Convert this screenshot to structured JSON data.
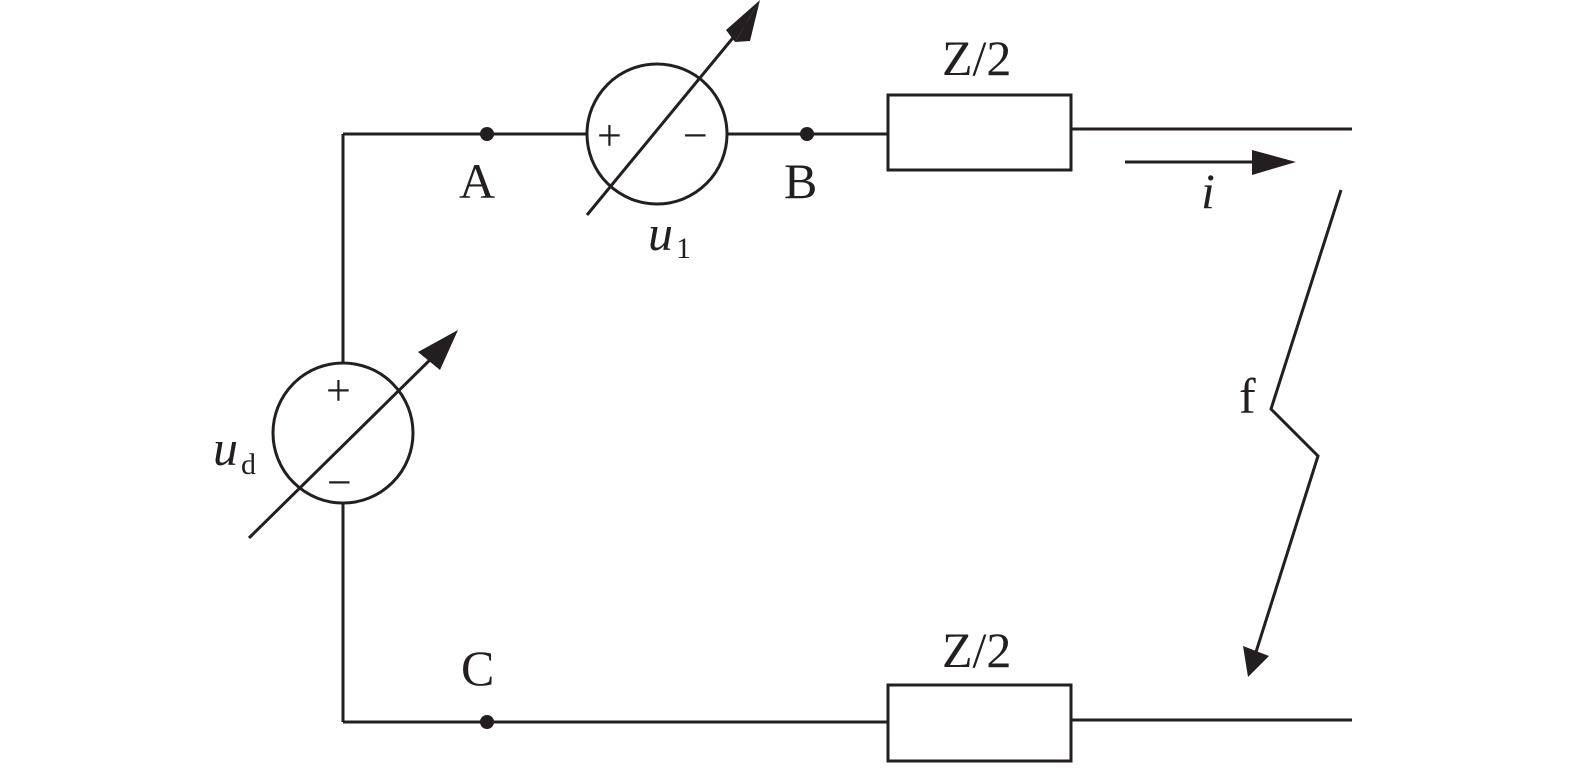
{
  "diagram": {
    "nodes": {
      "A": "A",
      "B": "B",
      "C": "C"
    },
    "source_u1": {
      "symbol": "u",
      "subscript": "1",
      "plus": "+",
      "minus": "−"
    },
    "source_ud": {
      "symbol": "u",
      "subscript": "d",
      "plus": "+",
      "minus": "−"
    },
    "impedance_top": {
      "label": "Z/2"
    },
    "impedance_bottom": {
      "label": "Z/2"
    },
    "current": {
      "label": "i"
    },
    "fault": {
      "label": "f"
    },
    "colors": {
      "stroke": "#231f20",
      "background": "#ffffff"
    }
  }
}
